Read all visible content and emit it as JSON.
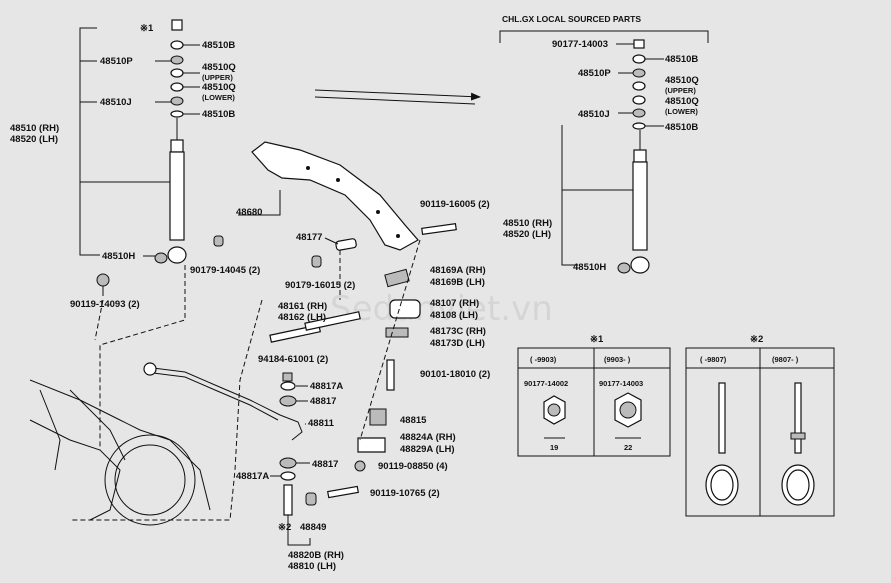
{
  "header": {
    "title": "CHL.GX LOCAL SOURCED PARTS"
  },
  "watermark": "Sedanviet.vn",
  "left": {
    "shock_rh": "48510 (RH)",
    "shock_lh": "48520 (LH)",
    "note1": "※1",
    "p48510B_a": "48510B",
    "p48510P": "48510P",
    "p48510Q_u": "48510Q",
    "upper": "(UPPER)",
    "p48510Q_l": "48510Q",
    "lower": "(LOWER)",
    "p48510J": "48510J",
    "p48510B_b": "48510B",
    "p48510H": "48510H",
    "bolt_14093": "90119-14093 (2)",
    "p90179_14045": "90179-14045 (2)"
  },
  "center": {
    "p48680": "48680",
    "p48177": "48177",
    "p90179_16015": "90179-16015 (2)",
    "p48161": "48161 (RH)",
    "p48162": "48162 (LH)",
    "p94184": "94184-61001 (2)",
    "p48817A_a": "48817A",
    "p48817_a": "48817",
    "p48811": "48811",
    "p48817_b": "48817",
    "p48817A_b": "48817A",
    "note2": "※2",
    "p48849": "48849",
    "p48820B": "48820B (RH)",
    "p48810": "48810 (LH)",
    "p90119_16005": "90119-16005 (2)",
    "p48169A": "48169A (RH)",
    "p48169B": "48169B (LH)",
    "p48107": "48107 (RH)",
    "p48108": "48108 (LH)",
    "p48173C": "48173C (RH)",
    "p48173D": "48173D (LH)",
    "p90101_18010": "90101-18010 (2)",
    "p48815": "48815",
    "p48824A": "48824A (RH)",
    "p48829A": "48829A (LH)",
    "p90119_08850": "90119-08850 (4)",
    "p90119_10765": "90119-10765 (2)"
  },
  "right": {
    "p90177": "90177-14003",
    "p48510B_a": "48510B",
    "p48510P": "48510P",
    "p48510Q_u": "48510Q",
    "upper": "(UPPER)",
    "p48510Q_l": "48510Q",
    "lower": "(LOWER)",
    "p48510J": "48510J",
    "p48510B_b": "48510B",
    "shock_rh": "48510 (RH)",
    "shock_lh": "48520 (LH)",
    "p48510H": "48510H"
  },
  "table1": {
    "title": "※1",
    "col1": "( -9903)",
    "col2": "(9903- )",
    "part1": "90177-14002",
    "part2": "90177-14003",
    "size1": "19",
    "size2": "22"
  },
  "table2": {
    "title": "※2",
    "col1": "( -9807)",
    "col2": "(9807- )"
  }
}
